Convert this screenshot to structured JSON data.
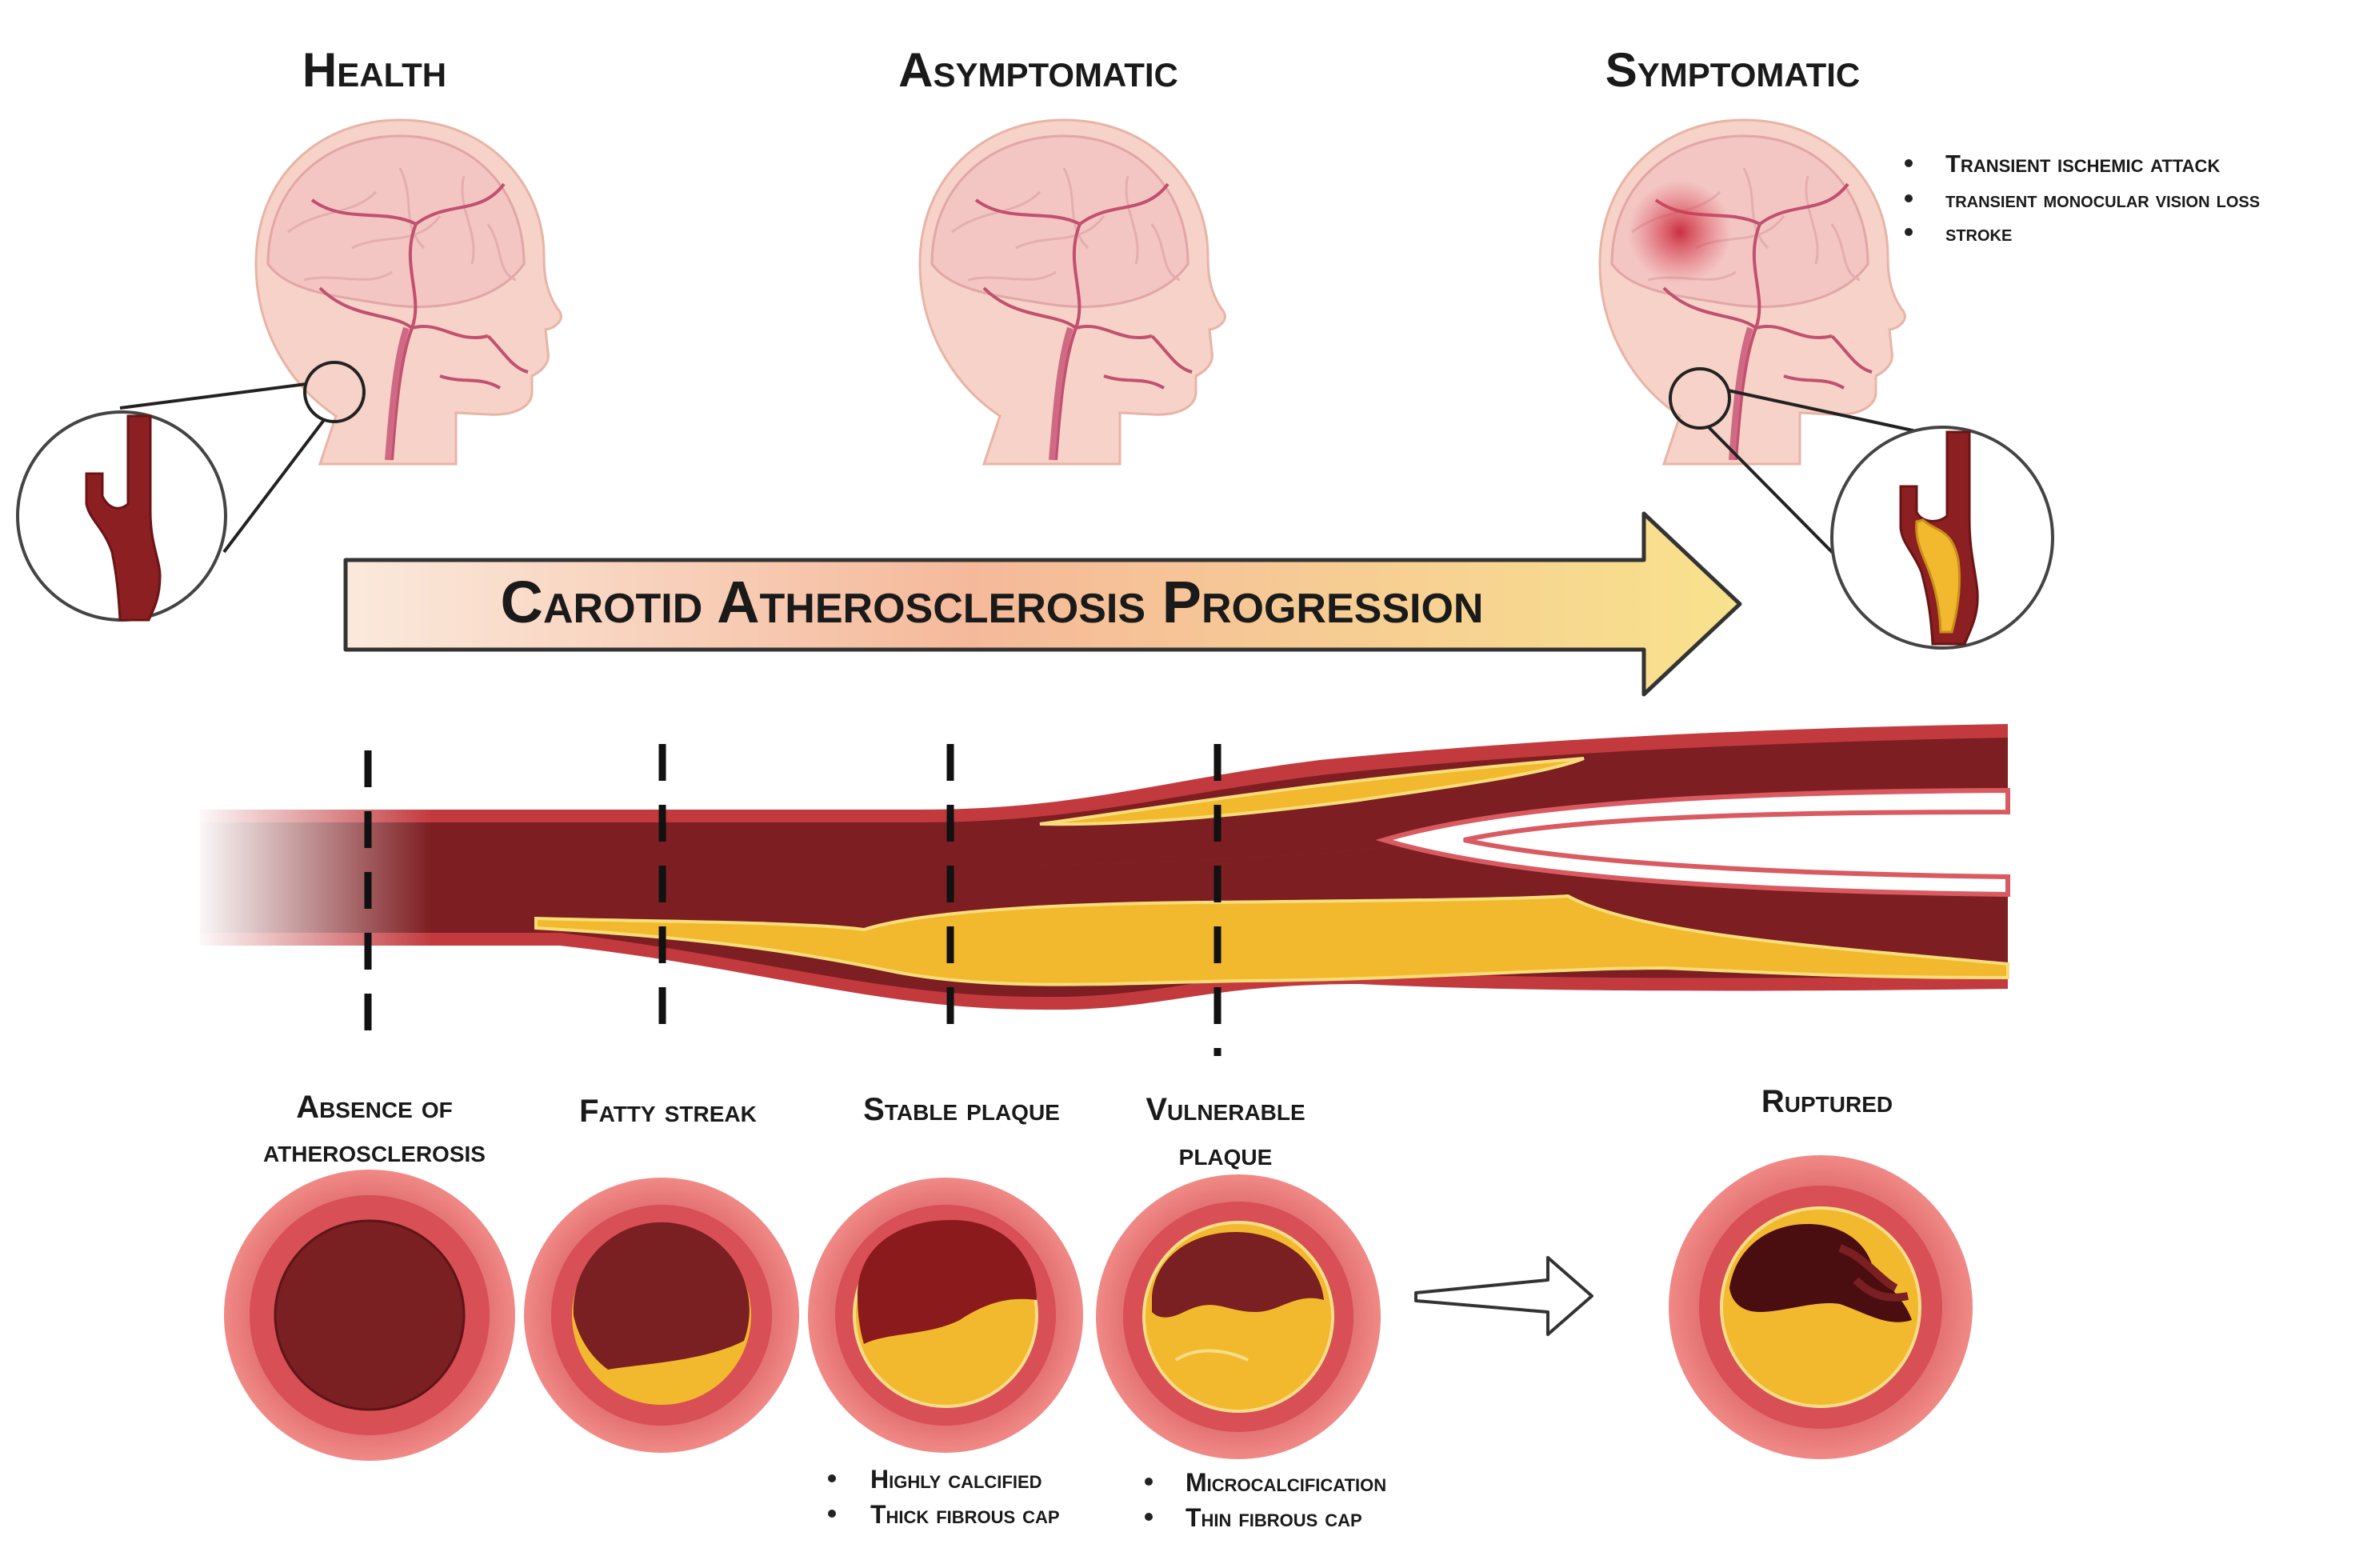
{
  "stages": {
    "health": "Health",
    "asymptomatic": "Asymptomatic",
    "symptomatic": "Symptomatic"
  },
  "symptoms": [
    "Transient ischemic attack",
    "transient monocular vision loss",
    "stroke"
  ],
  "progression_title": "Carotid Atherosclerosis Progression",
  "plaque_stages": {
    "absence_line1": "Absence of",
    "absence_line2": "atherosclerosis",
    "fatty_streak": "Fatty streak",
    "stable_plaque": "Stable plaque",
    "vulnerable_line1": "Vulnerable",
    "vulnerable_line2": "plaque",
    "ruptured": "Ruptured"
  },
  "stable_notes": [
    "Highly calcified",
    "Thick fibrous cap"
  ],
  "vulnerable_notes": [
    "Microcalcification",
    "Thin fibrous cap"
  ],
  "colors": {
    "lumen": "#7a1f22",
    "wall": "#e8706f",
    "plaque": "#f2b92e",
    "arrow_start": "#f6c9b5",
    "arrow_end": "#f8e08a"
  }
}
